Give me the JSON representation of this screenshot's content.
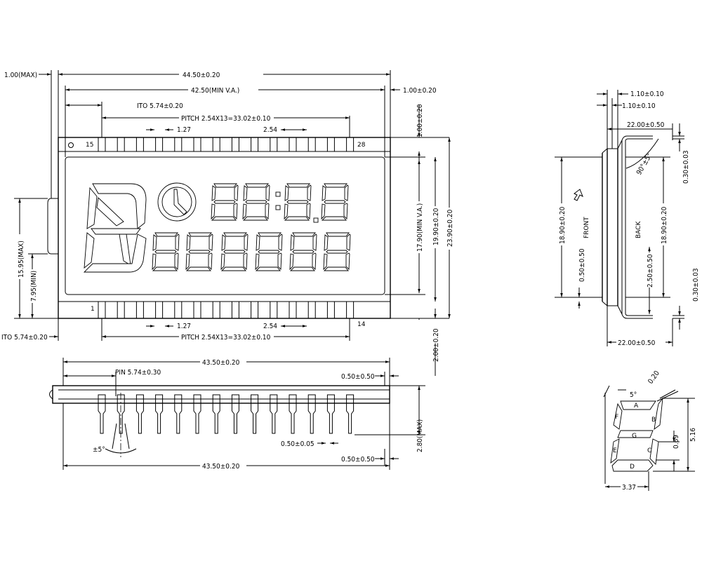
{
  "front": {
    "width_max": "1.00(MAX)",
    "total_width": "44.50±0.20",
    "va_width": "42.50(MIN V.A.)",
    "right_gap": "1.00±0.20",
    "ito_top": "ITO 5.74±0.20",
    "pitch_top": "PITCH 2.54X13=33.02±0.10",
    "pin_width_top": "1.27",
    "pin_pitch_top": "2.54",
    "pin15": "15",
    "pin28": "28",
    "pin1": "1",
    "pin14": "14",
    "top_gap": "1.00±0.20",
    "va_height": "17.90(MIN V.A.)",
    "height_1990": "19.90±0.20",
    "height_2390": "23.90±0.20",
    "left_h_max": "15.95(MAX)",
    "left_h_min": "7.95(MIN)",
    "pin_width_bot": "1.27",
    "pin_pitch_bot": "2.54",
    "ito_bot": "ITO 5.74±0.20",
    "pitch_bot": "PITCH 2.54X13=33.02±0.10",
    "bottom_gap": "2.00±0.20"
  },
  "lower": {
    "width_top": "43.50±0.20",
    "pin_offset": "PIN 5.74±0.30",
    "right_top": "0.50±0.50",
    "pin_thick": "0.50±0.05",
    "height_max": "2.80(MAX)",
    "angle": "±5°",
    "width_bot": "43.50±0.20",
    "right_bot": "0.50±0.50"
  },
  "side": {
    "t1": "1.10±0.10",
    "t2": "1.10±0.10",
    "w_top": "22.00±0.50",
    "thick_top": "0.30±0.03",
    "angle": "90°±5°",
    "height_left": "18.90±0.20",
    "front": "FRONT",
    "back": "BACK",
    "height_right": "18.90±0.20",
    "gap_left": "0.50±0.50",
    "gap_right": "2.50±0.50",
    "thick_bot": "0.30±0.03",
    "w_bot": "22.00±0.50"
  },
  "segment": {
    "gap": "0.20",
    "angle": "5°",
    "height": "5.16",
    "mid": "0.69",
    "width": "3.37",
    "labels": [
      "A",
      "B",
      "C",
      "D",
      "E",
      "F",
      "G"
    ]
  }
}
